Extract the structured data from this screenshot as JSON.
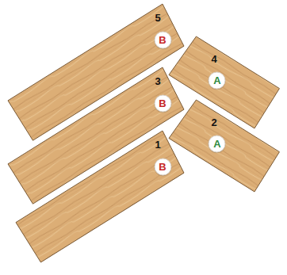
{
  "diagram": {
    "nodes": [
      {
        "text": [
          "5"
        ]
      },
      {
        "text": [
          "B"
        ],
        "in": 0
      },
      {
        "text": [
          "4"
        ]
      },
      {
        "text": [
          "A"
        ],
        "in": 2
      },
      {
        "text": [
          "3"
        ]
      },
      {
        "text": [
          "B"
        ],
        "in": 4
      },
      {
        "text": [
          "2"
        ]
      },
      {
        "text": [
          "A"
        ],
        "in": 6
      },
      {
        "text": [
          "1"
        ]
      },
      {
        "text": [
          "B"
        ],
        "in": 8
      }
    ]
  }
}
